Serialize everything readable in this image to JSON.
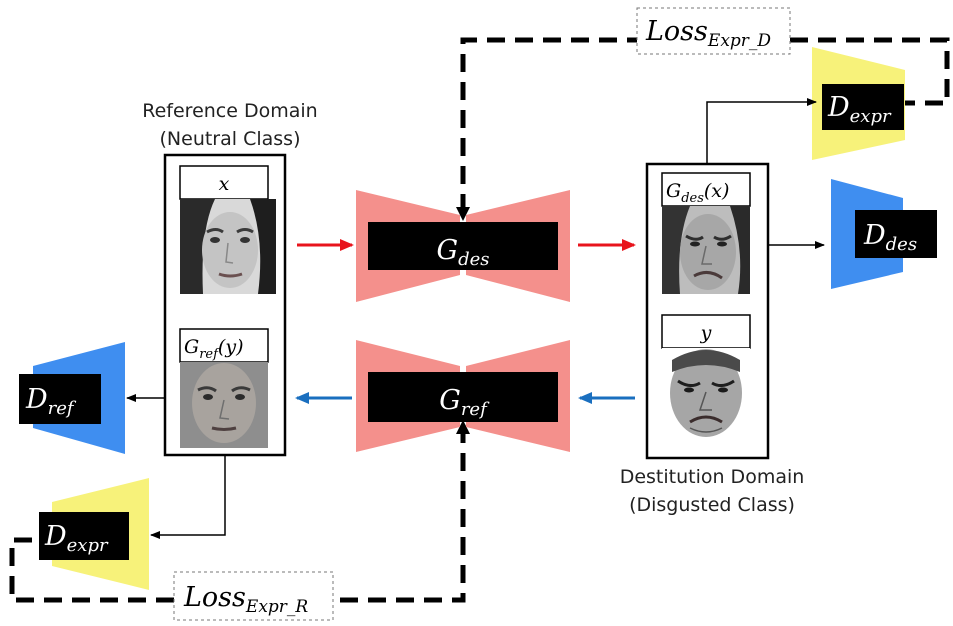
{
  "reference_domain": {
    "title_line1": "Reference Domain",
    "title_line2": "(Neutral Class)",
    "input_label": "x",
    "output_label_base": "G",
    "output_label_sub": "ref",
    "output_label_arg": "(y)"
  },
  "destination_domain": {
    "title_line1": "Destitution Domain",
    "title_line2": "(Disgusted Class)",
    "output_label_base": "G",
    "output_label_sub": "des",
    "output_label_arg": "(x)",
    "input_label": "y"
  },
  "generators": {
    "des": {
      "base": "G",
      "sub": "des"
    },
    "ref": {
      "base": "G",
      "sub": "ref"
    }
  },
  "discriminators": {
    "des": {
      "base": "D",
      "sub": "des"
    },
    "ref": {
      "base": "D",
      "sub": "ref"
    },
    "expr_top": {
      "base": "D",
      "sub": "expr"
    },
    "expr_bottom": {
      "base": "D",
      "sub": "expr"
    }
  },
  "losses": {
    "top": {
      "base": "Loss",
      "sub": "Expr_D"
    },
    "bottom": {
      "base": "Loss",
      "sub": "Expr_R"
    }
  },
  "colors": {
    "generator": "#f4908c",
    "disc_blue": "#3f8ef0",
    "disc_yellow": "#f7f27a",
    "arrow_red": "#e8141c",
    "arrow_blue": "#1a6fbf"
  }
}
